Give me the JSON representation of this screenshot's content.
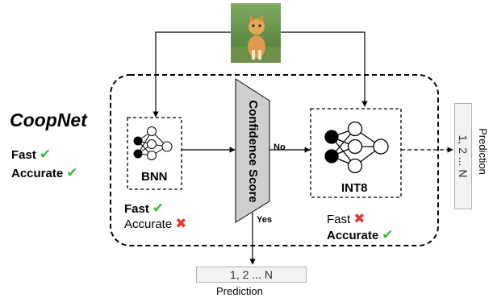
{
  "title": "CoopNet",
  "coopnet_props": {
    "fast": "Fast",
    "accurate": "Accurate"
  },
  "bnn": {
    "label": "BNN",
    "fast": "Fast",
    "accurate": "Accurate"
  },
  "int8": {
    "label": "INT8",
    "fast": "Fast",
    "accurate": "Accurate"
  },
  "confidence": {
    "label": "Confidence Score",
    "no": "No",
    "yes": "Yes"
  },
  "prediction": {
    "values": "1, 2 ... N",
    "label": "Prediction"
  },
  "icons": {
    "check": "✔",
    "cross": "✖"
  },
  "colors": {
    "check": "#3cba3c",
    "cross": "#e23a3a",
    "trapezoid_fill": "#cfcfcf",
    "pred_fill": "#f2f2f2"
  }
}
